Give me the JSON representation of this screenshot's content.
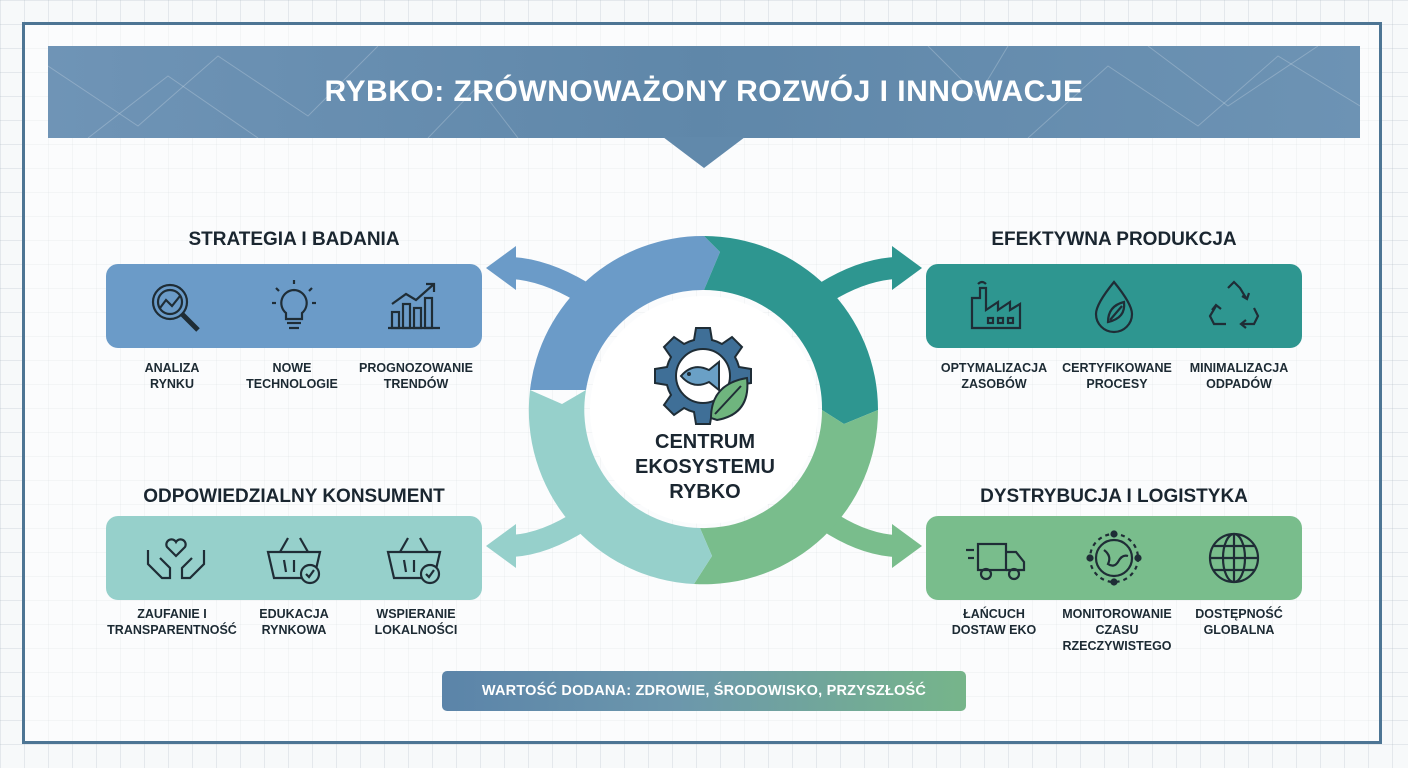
{
  "title": "RYBKO: ZRÓWNOWAŻONY ROZWÓJ I INNOWACJE",
  "center": {
    "label": "CENTRUM\nEKOSYSTEMU\nRYBKO",
    "icon": "gear-fish-leaf-icon"
  },
  "sections": {
    "strategy": {
      "title": "STRATEGIA I BADANIA",
      "color": "#6b9bc8",
      "items": [
        {
          "label": "ANALIZA\nRYNKU",
          "icon": "magnifier-chart-icon"
        },
        {
          "label": "NOWE\nTECHNOLOGIE",
          "icon": "lightbulb-icon"
        },
        {
          "label": "PROGNOZOWANIE\nTRENDÓW",
          "icon": "bar-chart-trend-icon"
        }
      ]
    },
    "production": {
      "title": "EFEKTYWNA PRODUKCJA",
      "color": "#2e9690",
      "items": [
        {
          "label": "OPTYMALIZACJA\nZASOBÓW",
          "icon": "factory-icon"
        },
        {
          "label": "CERTYFIKOWANE\nPROCESY",
          "icon": "drop-leaf-icon"
        },
        {
          "label": "MINIMALIZACJA\nODPADÓW",
          "icon": "recycle-icon"
        }
      ]
    },
    "consumer": {
      "title": "ODPOWIEDZIALNY KONSUMENT",
      "color": "#96d0cb",
      "items": [
        {
          "label": "ZAUFANIE I\nTRANSPARENTNOŚĆ",
          "icon": "hands-heart-icon"
        },
        {
          "label": "EDUKACJA\nRYNKOWA",
          "icon": "basket-check-icon"
        },
        {
          "label": "WSPIERANIE\nLOKALNOŚCI",
          "icon": "basket-check-icon"
        }
      ]
    },
    "distribution": {
      "title": "DYSTRYBUCJA I LOGISTYKA",
      "color": "#79bd8c",
      "items": [
        {
          "label": "ŁAŃCUCH\nDOSTAW EKO",
          "icon": "truck-icon"
        },
        {
          "label": "MONITOROWANIE\nCZASU\nRZECZYWISTEGO",
          "icon": "globe-network-icon"
        },
        {
          "label": "DOSTĘPNOŚĆ\nGLOBALNA",
          "icon": "globe-icon"
        }
      ]
    }
  },
  "footer": "WARTOŚĆ DODANA: ZDROWIE, ŚRODOWISKO, PRZYSZŁOŚĆ",
  "colors": {
    "banner": "#6189ab",
    "frame": "#4d7594",
    "ring_blue": "#6b9bc8",
    "ring_teal": "#2e9690",
    "ring_green": "#79bd8c",
    "ring_mint": "#96d0cb"
  }
}
